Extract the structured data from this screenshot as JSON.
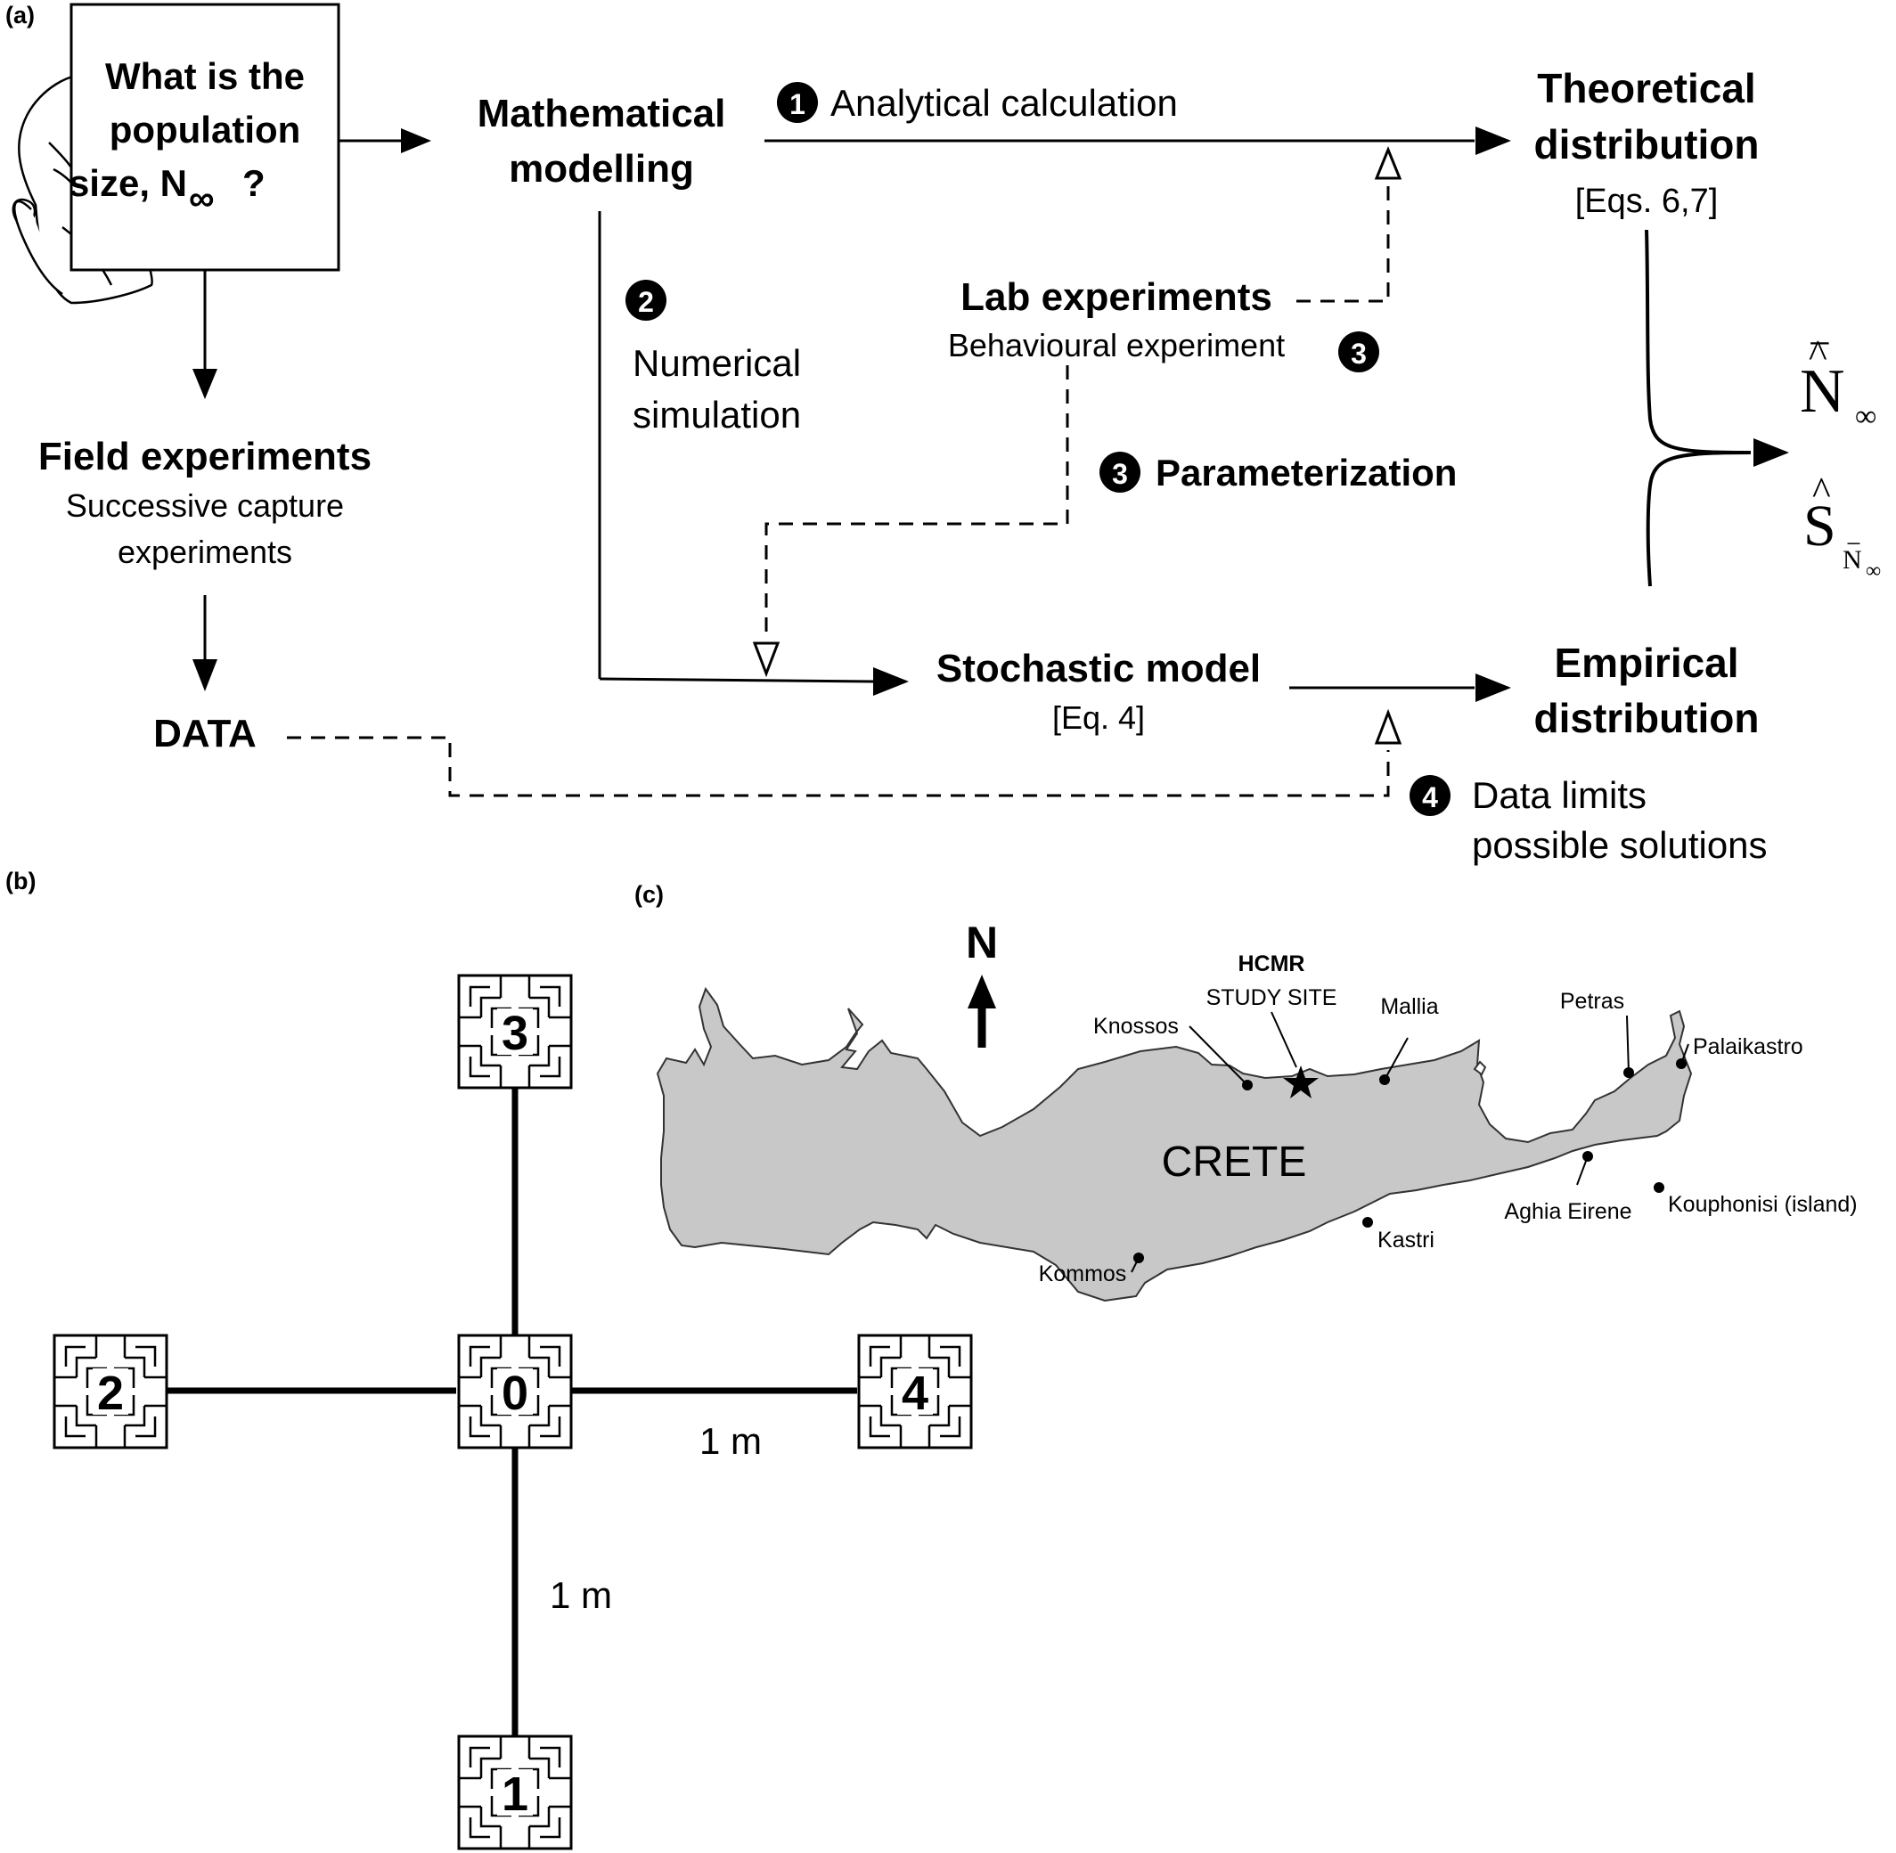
{
  "panel_a": {
    "label": "(a)",
    "question": [
      "What is the",
      "population",
      "size, N"
    ],
    "question_sub": "∞",
    "question_mark": "?",
    "math_modelling": [
      "Mathematical",
      "modelling"
    ],
    "step1_num": "1",
    "step1_label": "Analytical calculation",
    "theoretical": [
      "Theoretical",
      "distribution"
    ],
    "theoretical_eq": "[Eqs. 6,7]",
    "step2_num": "2",
    "step2_label": [
      "Numerical",
      "simulation"
    ],
    "lab_title": "Lab experiments",
    "lab_sub": "Behavioural experiment",
    "step3_num": "3",
    "step3b_label": "Parameterization",
    "field_title": "Field experiments",
    "field_sub": [
      "Successive capture",
      "experiments"
    ],
    "data_label": "DATA",
    "stochastic_title": "Stochastic model",
    "stochastic_eq": "[Eq. 4]",
    "empirical": [
      "Empirical",
      "distribution"
    ],
    "step4_num": "4",
    "step4_label": [
      "Data limits",
      "possible solutions"
    ],
    "estimate_n": "N",
    "estimate_n_sub": "∞",
    "estimate_s": "S",
    "estimate_s_sub": "N",
    "estimate_s_subsub": "∞",
    "hat": "^",
    "bar": "−"
  },
  "panel_b": {
    "label": "(b)",
    "traps": [
      "0",
      "1",
      "2",
      "3",
      "4"
    ],
    "distance_h": "1 m",
    "distance_v": "1 m"
  },
  "panel_c": {
    "label": "(c)",
    "north": "N",
    "island": "CRETE",
    "hcmr": "HCMR",
    "study_site": "STUDY SITE",
    "places": {
      "knossos": "Knossos",
      "mallia": "Mallia",
      "petras": "Petras",
      "palaikastro": "Palaikastro",
      "aghia_eirene": "Aghia Eirene",
      "kouphonisi": "Kouphonisi (island)",
      "kastri": "Kastri",
      "kommos": "Kommos"
    },
    "colors": {
      "land": "#c8c8c8",
      "outline": "#333333"
    }
  }
}
